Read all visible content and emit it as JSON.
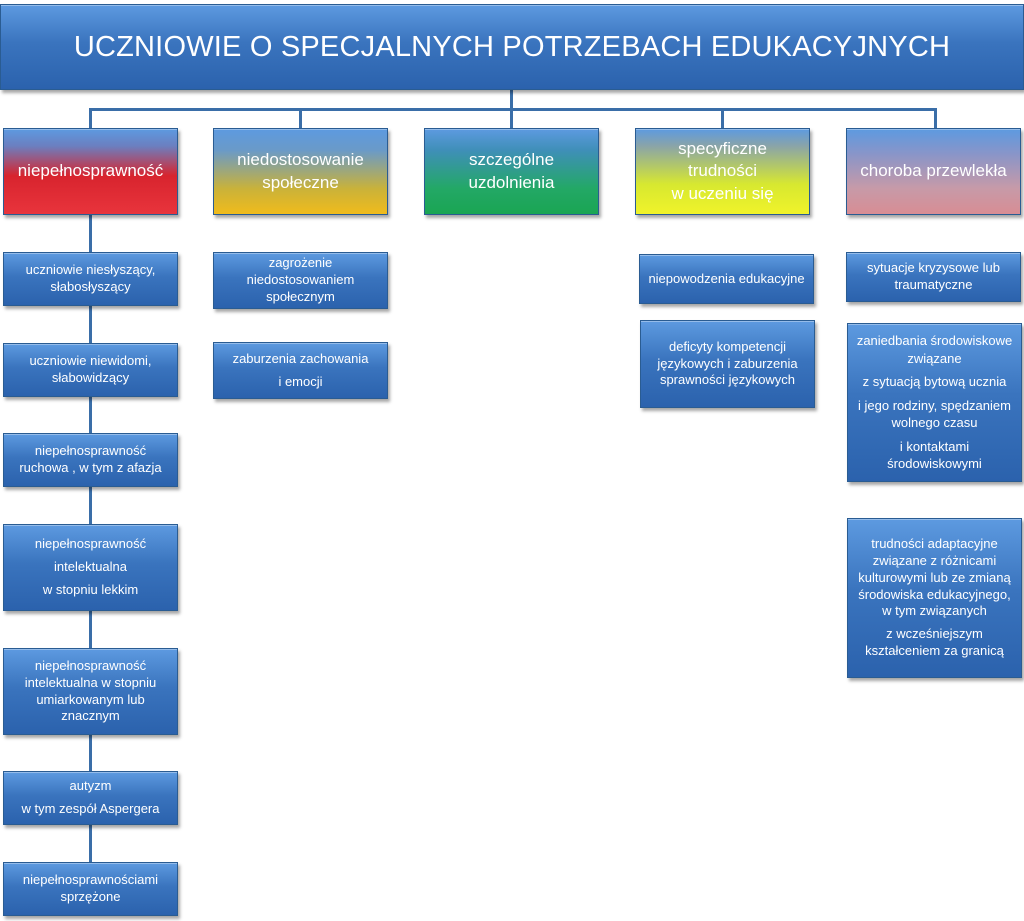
{
  "title": "UCZNIOWIE O SPECJALNYCH POTRZEBACH EDUKACYJNYCH",
  "categories": [
    {
      "label": [
        "niepełnosprawność"
      ],
      "color": "#e8343c"
    },
    {
      "label": [
        "niedostosowanie",
        "społeczne"
      ],
      "color": "#f0bb1c"
    },
    {
      "label": [
        "szczególne",
        "uzdolnienia"
      ],
      "color": "#1aa553"
    },
    {
      "label": [
        "specyficzne",
        "trudności",
        "w uczeniu się"
      ],
      "color": "#f0f32a"
    },
    {
      "label": [
        "choroba przewlekła"
      ],
      "color": "#d88d94"
    }
  ],
  "col1": [
    [
      "uczniowie niesłyszący,",
      "słabosłyszący"
    ],
    [
      "uczniowie niewidomi,",
      "słabowidzący"
    ],
    [
      "niepełnosprawność",
      "ruchowa , w tym z afazja"
    ],
    [
      "niepełnosprawność",
      "intelektualna",
      "w stopniu lekkim"
    ],
    [
      "niepełnosprawność",
      "intelektualna w stopniu",
      "umiarkowanym lub",
      "znacznym"
    ],
    [
      "autyzm",
      "w tym zespół Aspergera"
    ],
    [
      "niepełnosprawnościami",
      "sprzężone"
    ]
  ],
  "col2": [
    [
      "zagrożenie",
      "niedostosowaniem",
      "społecznym"
    ],
    [
      "zaburzenia zachowania",
      "i emocji"
    ]
  ],
  "col4": [
    [
      "niepowodzenia edukacyjne"
    ],
    [
      "deficyty kompetencji",
      "językowych i zaburzenia",
      "sprawności językowych"
    ]
  ],
  "col5": [
    [
      "sytuacje kryzysowe lub",
      "traumatyczne"
    ],
    [
      "zaniedbania środowiskowe",
      "związane",
      "z sytuacją bytową ucznia",
      "i jego rodziny, spędzaniem",
      "wolnego czasu",
      "i kontaktami",
      "środowiskowymi"
    ],
    [
      "trudności adaptacyjne",
      "związane z różnicami",
      "kulturowymi lub ze zmianą",
      "środowiska edukacyjnego,",
      "w tym związanych",
      "z wcześniejszym",
      "kształceniem za granicą"
    ]
  ]
}
